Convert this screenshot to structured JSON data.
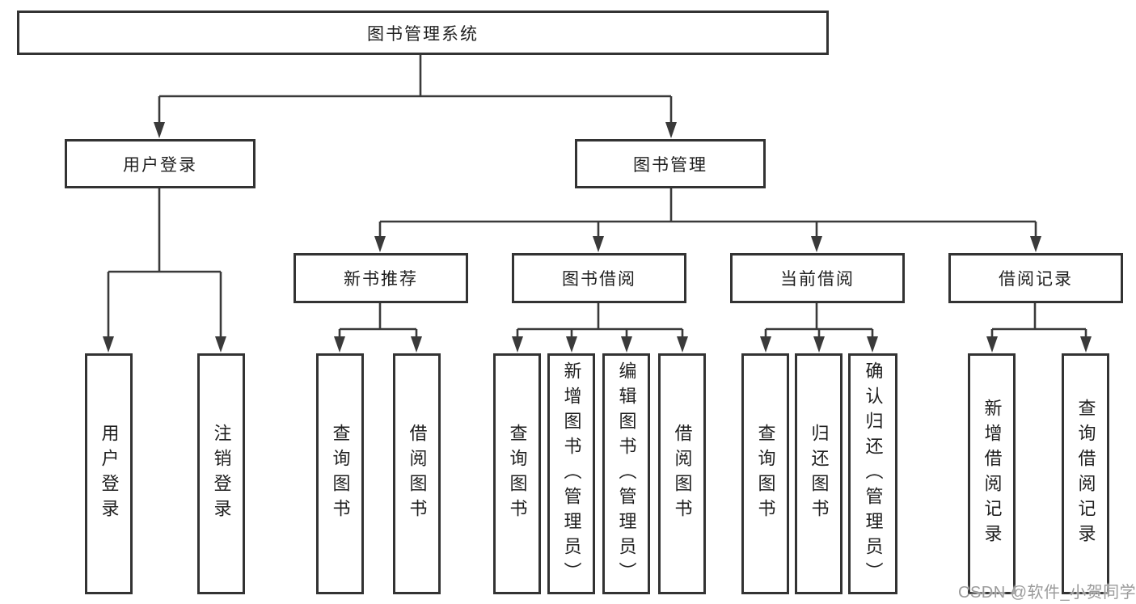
{
  "diagram": {
    "root": {
      "label": "图书管理系统"
    },
    "branches": {
      "login": {
        "label": "用户登录",
        "children": [
          {
            "label": "用户登录"
          },
          {
            "label": "注销登录"
          }
        ]
      },
      "management": {
        "label": "图书管理",
        "sections": [
          {
            "label": "新书推荐",
            "children": [
              {
                "label": "查询图书"
              },
              {
                "label": "借阅图书"
              }
            ]
          },
          {
            "label": "图书借阅",
            "children": [
              {
                "label": "查询图书"
              },
              {
                "label": "新增图书（管理员）"
              },
              {
                "label": "编辑图书（管理员）"
              },
              {
                "label": "借阅图书"
              }
            ]
          },
          {
            "label": "当前借阅",
            "children": [
              {
                "label": "查询图书"
              },
              {
                "label": "归还图书"
              },
              {
                "label": "确认归还（管理员）"
              }
            ]
          },
          {
            "label": "借阅记录",
            "children": [
              {
                "label": "新增借阅记录"
              },
              {
                "label": "查询借阅记录"
              }
            ]
          }
        ]
      }
    },
    "watermark": "CSDN @软件_小贺同学",
    "colors": {
      "line": "#3a3a3a",
      "border": "#333333",
      "text": "#1f1f1f",
      "watermark": "#9b9b9b",
      "background": "#ffffff"
    }
  }
}
